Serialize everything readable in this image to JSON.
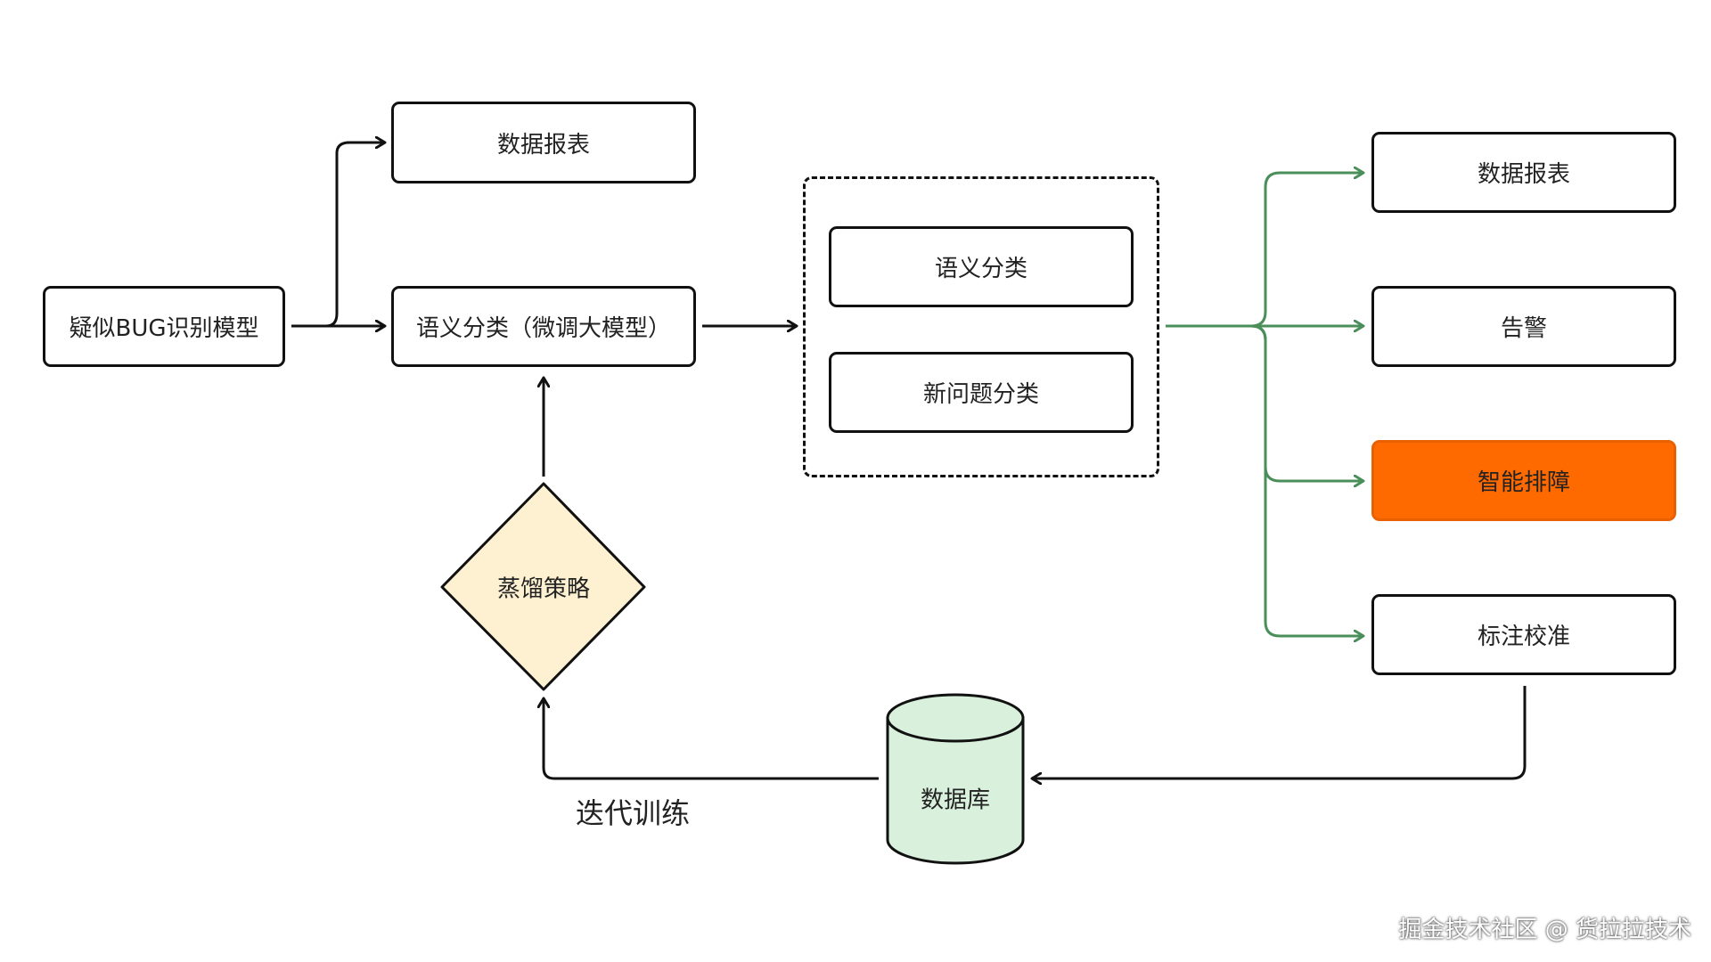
{
  "nodes": {
    "suspect_bug_model": "疑似BUG识别模型",
    "data_report_top": "数据报表",
    "semantic_classify_llm": "语义分类（微调大模型）",
    "group_semantic": "语义分类",
    "group_new_issue": "新问题分类",
    "out_data_report": "数据报表",
    "out_alert": "告警",
    "out_smart_troubleshoot": "智能排障",
    "out_label_calibrate": "标注校准",
    "distill_strategy": "蒸馏策略",
    "database": "数据库"
  },
  "labels": {
    "iterative_training": "迭代训练"
  },
  "watermark": "掘金技术社区 @ 货拉拉技术",
  "colors": {
    "stroke": "#111111",
    "green_branch": "#4a8f5a",
    "highlight_fill": "#ff6a00",
    "diamond_fill": "#fdf1d2",
    "database_fill": "#d8f0dc"
  }
}
